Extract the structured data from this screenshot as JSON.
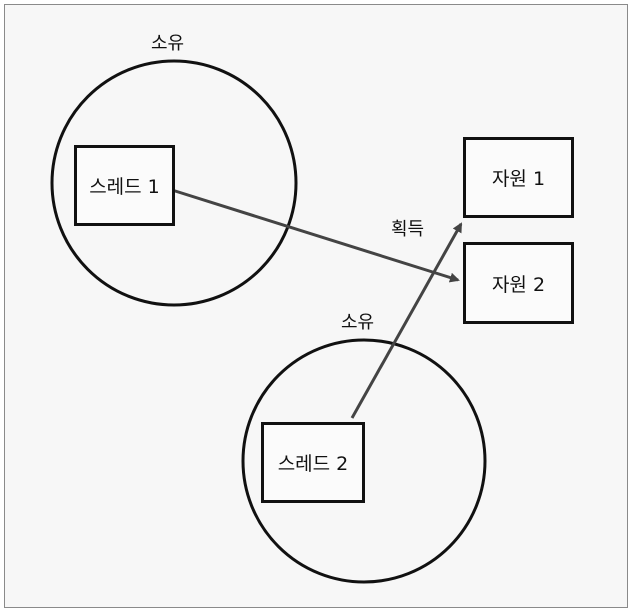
{
  "diagram": {
    "thread1": {
      "owns_label": "소유",
      "label": "스레드 1"
    },
    "thread2": {
      "owns_label": "소유",
      "label": "스레드 2"
    },
    "resource1": {
      "label": "자원 1"
    },
    "resource2": {
      "label": "자원 2"
    },
    "acquire_label": "획득"
  }
}
